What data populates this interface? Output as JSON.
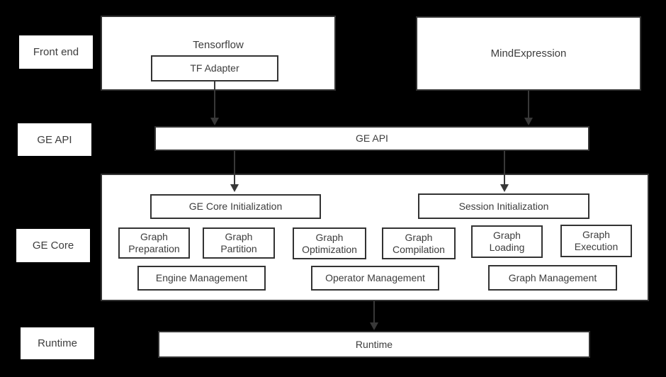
{
  "colors": {
    "background": "#000000",
    "box_fill": "#ffffff",
    "box_border": "#333333",
    "text": "#3d3d3d",
    "arrow": "#383838"
  },
  "side_labels": {
    "front_end": "Front end",
    "ge_api": "GE API",
    "ge_core": "GE Core",
    "runtime": "Runtime"
  },
  "front_end_row": {
    "tensorflow_title": "Tensorflow",
    "tf_adapter": "TF Adapter",
    "mindexpression_title": "MindExpression"
  },
  "ge_api_row": {
    "box_label": "GE API"
  },
  "ge_core_row": {
    "ge_core_initialization": "GE Core Initialization",
    "session_initialization": "Session Initialization",
    "stages": [
      "Graph Preparation",
      "Graph Partition",
      "Graph Optimization",
      "Graph Compilation",
      "Graph Loading",
      "Graph Execution"
    ],
    "management": [
      "Engine Management",
      "Operator Management",
      "Graph Management"
    ]
  },
  "runtime_row": {
    "box_label": "Runtime"
  }
}
